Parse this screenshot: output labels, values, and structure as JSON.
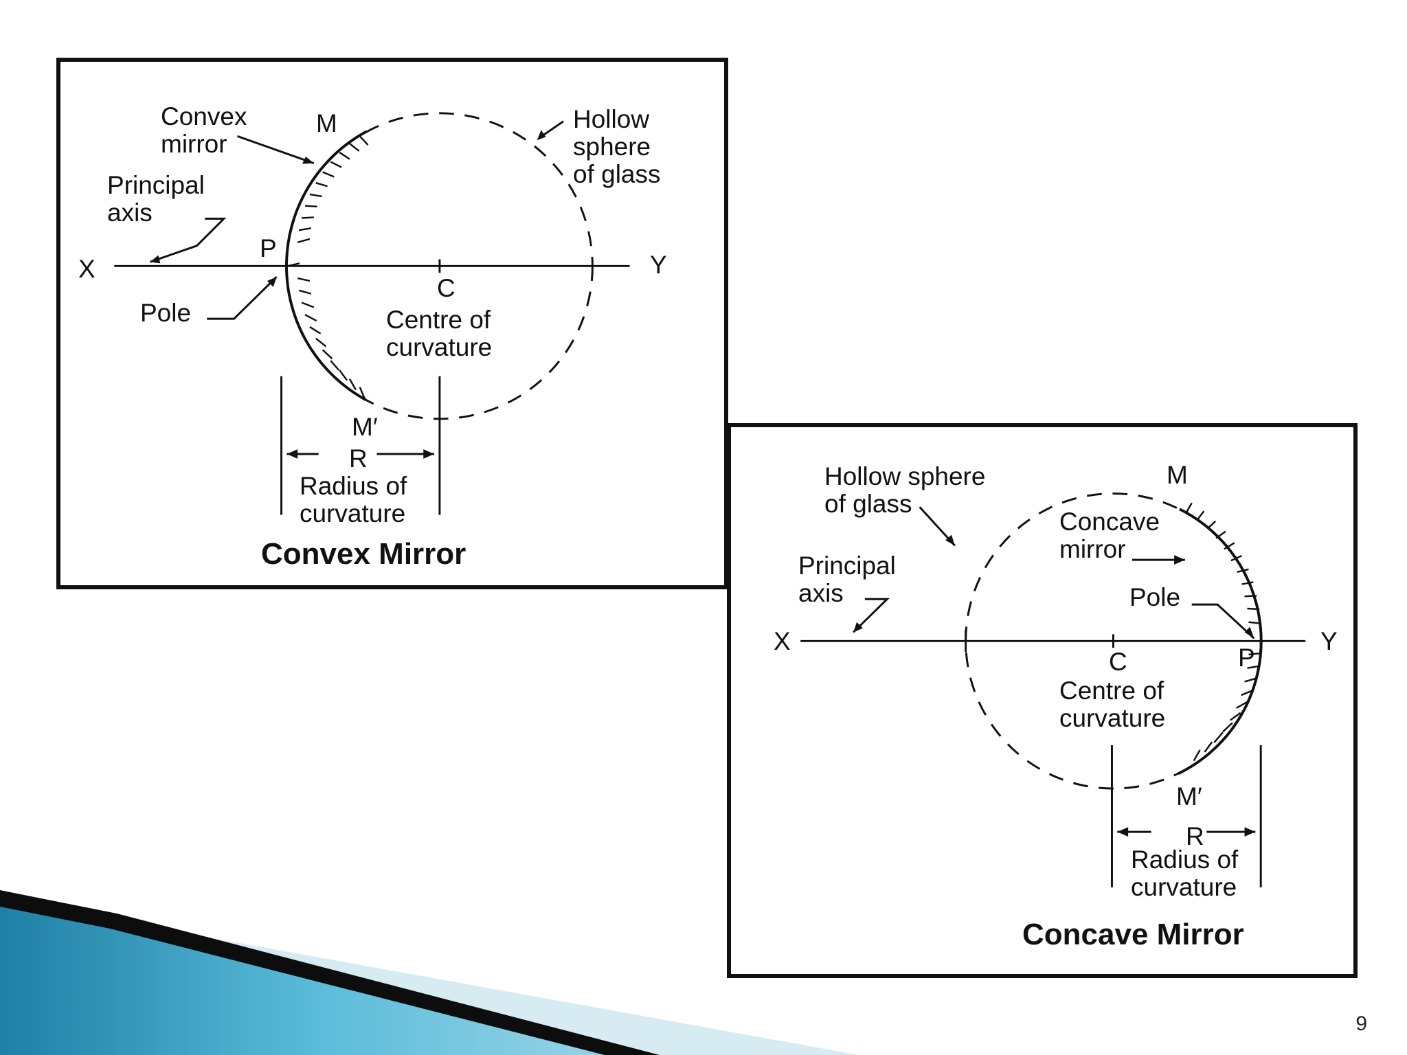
{
  "slide": {
    "page_number": "9"
  },
  "convex": {
    "caption": "Convex Mirror",
    "labels": {
      "convex_mirror": "Convex\nmirror",
      "hollow_sphere": "Hollow\nsphere\nof glass",
      "principal_axis": "Principal\naxis",
      "x": "X",
      "y": "Y",
      "p": "P",
      "m": "M",
      "m_prime": "M′",
      "c": "C",
      "pole": "Pole",
      "centre": "Centre of\ncurvature",
      "r": "R",
      "radius": "Radius of\ncurvature"
    }
  },
  "concave": {
    "caption": "Concave Mirror",
    "labels": {
      "hollow_sphere": "Hollow sphere\nof glass",
      "concave_mirror": "Concave\nmirror",
      "principal_axis": "Principal\naxis",
      "pole": "Pole",
      "x": "X",
      "y": "Y",
      "p": "P",
      "m": "M",
      "m_prime": "M′",
      "c": "C",
      "centre": "Centre of\ncurvature",
      "r": "R",
      "radius": "Radius of\ncurvature"
    }
  },
  "colors": {
    "frame": "#111111",
    "ribbon_dark": "#0d0d0d",
    "ribbon_blue": "#2f9ec4",
    "ribbon_light": "#cde6ef"
  }
}
